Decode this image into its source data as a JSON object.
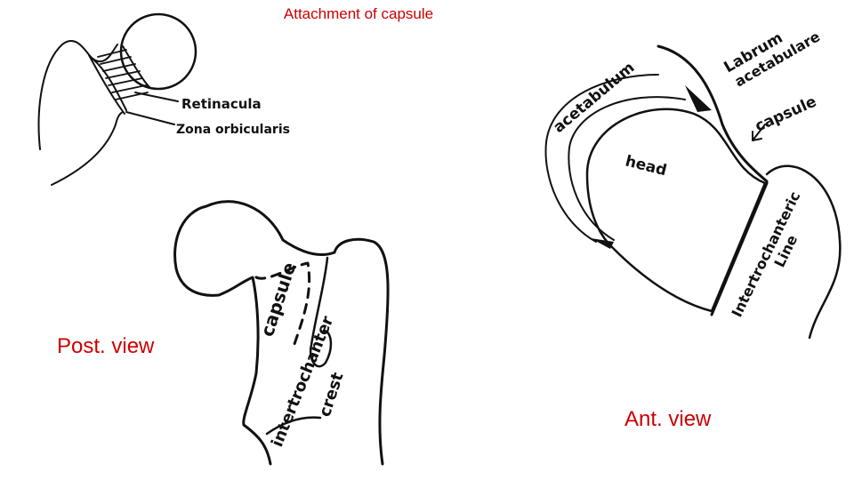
{
  "title": "Attachment of capsule",
  "post_view_label": "Post. view",
  "ant_view_label": "Ant. view",
  "top_sketch": {
    "retinacula": "Retinacula",
    "zona_orbicularis": "Zona orbicularis"
  },
  "post_diagram": {
    "capsule": "capsule",
    "intertrochanteric_crest_1": "intertrochanter",
    "intertrochanteric_crest_2": "crest"
  },
  "ant_diagram": {
    "acetabulum": "acetabulum",
    "labrum_1": "Labrum",
    "labrum_2": "acetabulare",
    "capsule": "capsule",
    "head": "head",
    "intertrochanteric_1": "Intertrochanteric",
    "intertrochanteric_2": "Line"
  },
  "colors": {
    "label_red": "#cc0000",
    "ink": "#111111"
  }
}
